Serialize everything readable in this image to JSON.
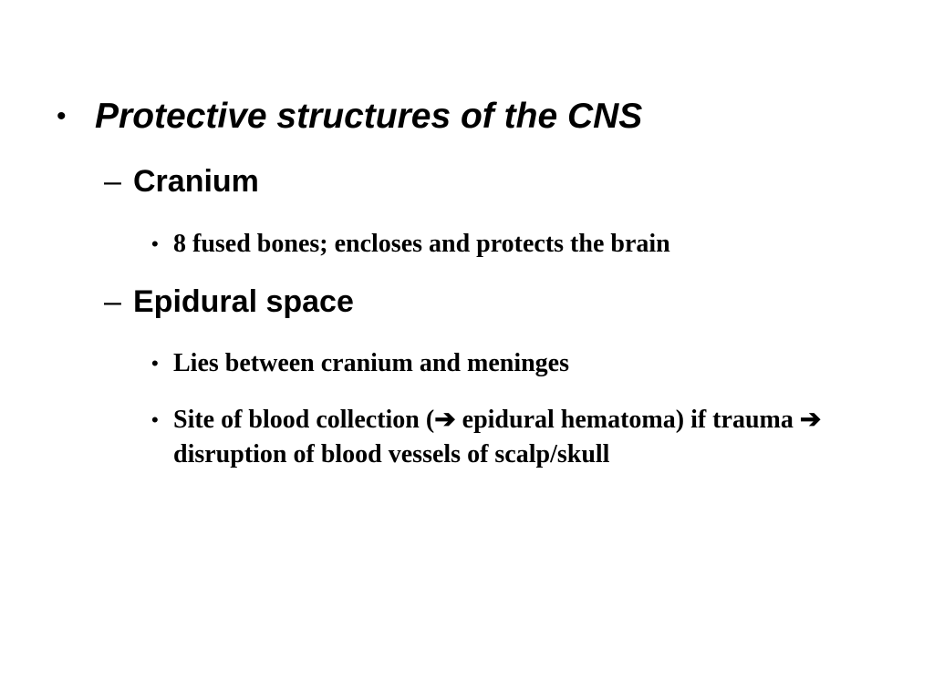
{
  "slide": {
    "bullet_glyph": "•",
    "dash_glyph": "–",
    "title": "Protective structures of the CNS",
    "sections": [
      {
        "heading": "Cranium",
        "points": [
          "8 fused bones; encloses and protects the brain"
        ]
      },
      {
        "heading": "Epidural space",
        "points": [
          "Lies between cranium and meninges",
          "Site of blood collection (➔ epidural hematoma) if trauma ➔ disruption of blood vessels of  scalp/skull"
        ]
      }
    ]
  }
}
